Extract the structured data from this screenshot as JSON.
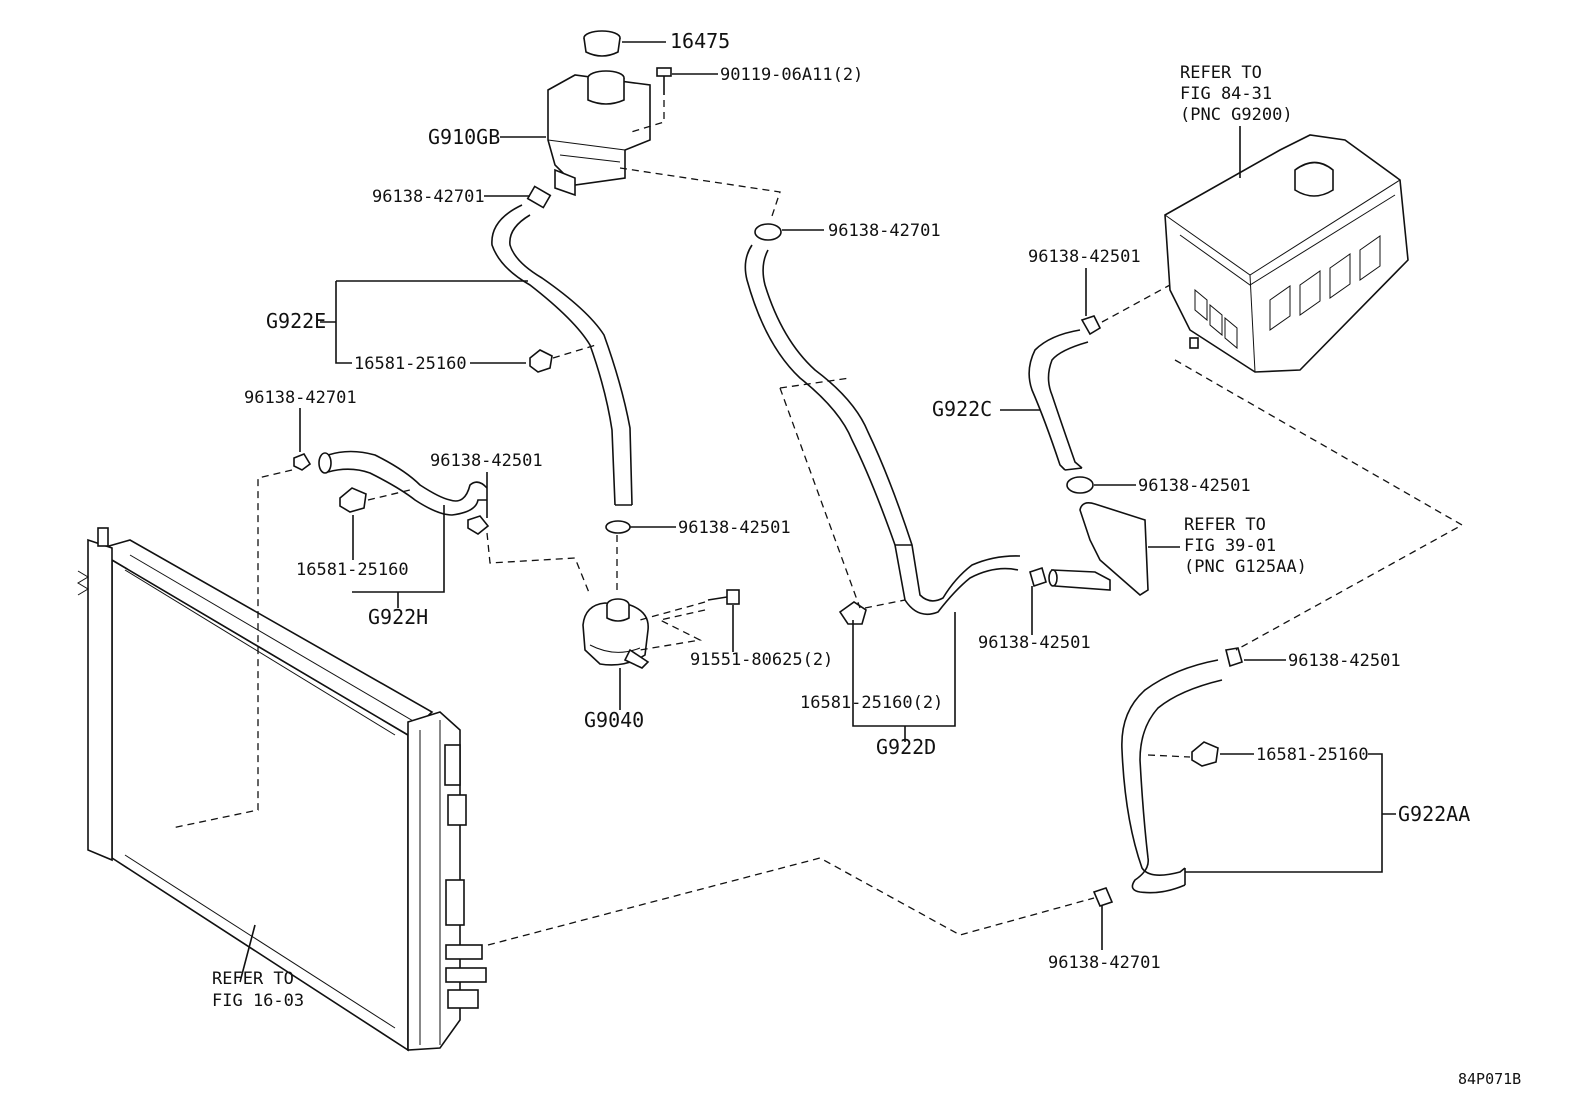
{
  "labels": {
    "cap": "16475",
    "tank_bolt": "90119-06A11(2)",
    "tank": "G910GB",
    "clamp_tank_outlet": "96138-42701",
    "clamp_tank_right": "96138-42701",
    "hose_e": "G922E",
    "clip_e": "16581-25160",
    "clamp_radiator_top": "96138-42701",
    "clamp_h_right": "96138-42501",
    "clip_h": "16581-25160",
    "hose_h": "G922H",
    "clamp_pump_inlet": "96138-42501",
    "pump_bolt": "91551-80625(2)",
    "pump": "G9040",
    "clip_d": "16581-25160(2)",
    "hose_d": "G922D",
    "clamp_d_right": "96138-42501",
    "clamp_inverter": "96138-42501",
    "hose_c": "G922C",
    "clamp_c_bottom": "96138-42501",
    "clamp_aa_top": "96138-42501",
    "clip_aa": "16581-25160",
    "hose_aa": "G922AA",
    "clamp_aa_bottom": "96138-42701",
    "ref_inverter": [
      "REFER TO",
      "FIG 84-31",
      "(PNC G9200)"
    ],
    "ref_pipe": [
      "REFER TO",
      "FIG 39-01",
      "(PNC G125AA)"
    ],
    "ref_radiator": [
      "REFER TO",
      "FIG 16-03"
    ],
    "figure_code": "84P071B"
  }
}
